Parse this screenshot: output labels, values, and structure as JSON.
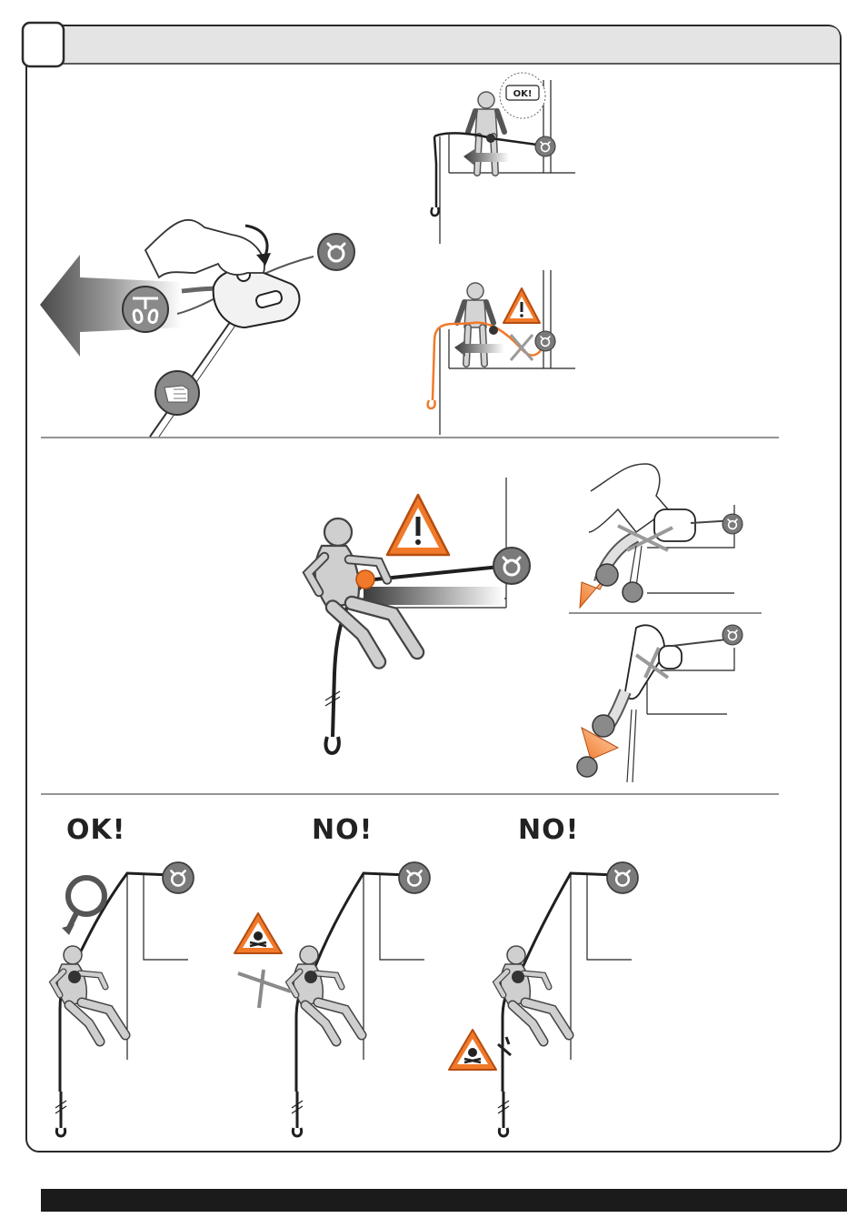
{
  "labels": {
    "ok_bubble": "OK!",
    "panel3_ok": "OK!",
    "panel3_no1": "NO!",
    "panel3_no2": "NO!"
  },
  "colors": {
    "accent": "#f07a2a",
    "dark": "#1f1f1f",
    "anchor": "#7a7a7a",
    "figure": "#cfcfcf",
    "header_band": "#e4e4e4",
    "bottom_bar": "#1b1b1b"
  },
  "icons": [
    "anchor-icon",
    "warning-icon",
    "skull-warning-icon",
    "hand-brake-icon",
    "harness-icon",
    "magnifier-icon",
    "cross-icon"
  ]
}
